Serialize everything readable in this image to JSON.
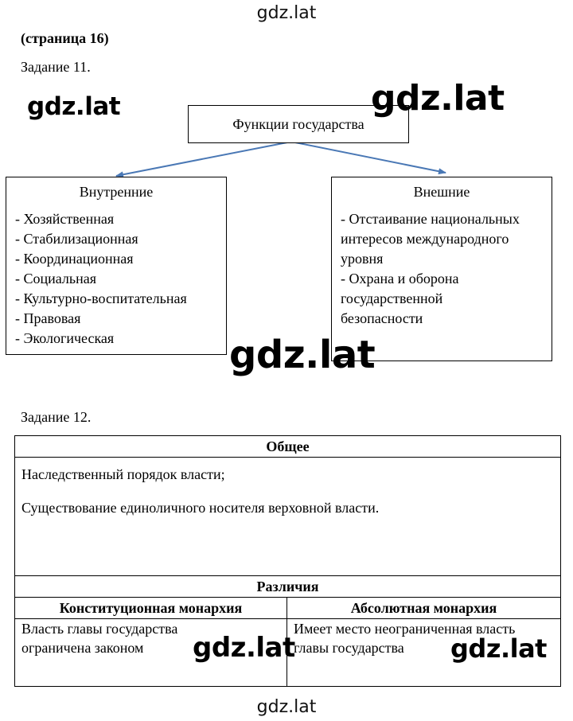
{
  "watermarks": {
    "site": "gdz.lat"
  },
  "page": {
    "label": "(страница 16)"
  },
  "task11": {
    "title": "Задание 11.",
    "root": "Функции государства",
    "left": {
      "title": "Внутренние",
      "items": [
        "- Хозяйственная",
        "- Стабилизационная",
        "- Координационная",
        "- Социальная",
        "- Культурно-воспитательная",
        "- Правовая",
        "- Экологическая"
      ]
    },
    "right": {
      "title": "Внешние",
      "items": [
        "- Отстаивание национальных",
        "интересов международного",
        "уровня",
        "- Охрана и оборона",
        "государственной",
        "безопасности"
      ]
    },
    "arrow_color": "#4a78b5"
  },
  "task12": {
    "title": "Задание 12.",
    "common_header": "Общее",
    "common_items": [
      "Наследственный порядок власти;",
      "Существование единоличного носителя верховной власти."
    ],
    "diff_header": "Различия",
    "columns": [
      "Конституционная монархия",
      "Абсолютная монархия"
    ],
    "cells": [
      [
        "Власть главы государства",
        "ограничена законом"
      ],
      [
        "Имеет место неограниченная власть",
        "главы государства"
      ]
    ]
  }
}
